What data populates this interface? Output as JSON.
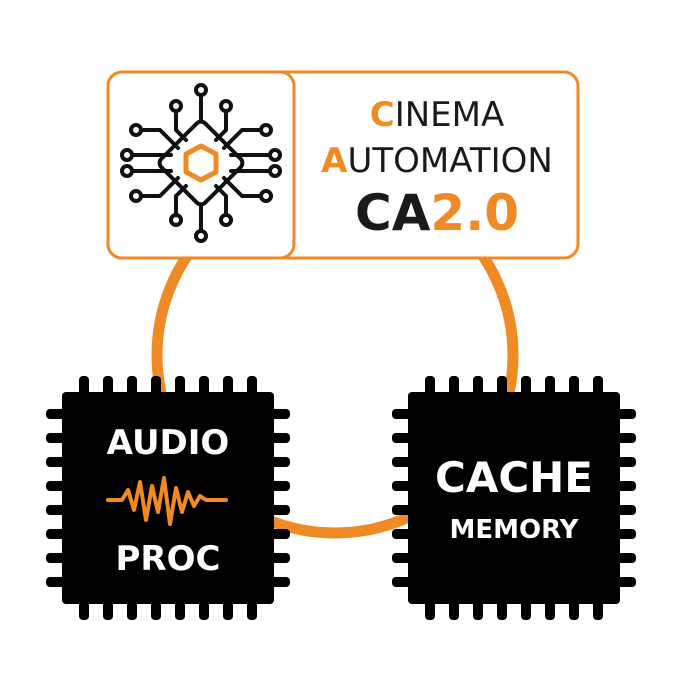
{
  "colors": {
    "accent": "#f08a24",
    "chip": "#000000",
    "text_dark": "#1a1a1a",
    "text_light": "#ffffff",
    "background": "#ffffff"
  },
  "logo": {
    "icon": "circuit-hexagon-icon",
    "line1_initial": "C",
    "line1_rest": "INEMA",
    "line2_initial": "A",
    "line2_rest": "UTOMATION",
    "line3_prefix": "CA",
    "line3_version": "2.0"
  },
  "audio_chip": {
    "line1": "AUDIO",
    "icon": "waveform-icon",
    "line2": "PROC"
  },
  "cache_chip": {
    "line1": "CACHE",
    "line2": "MEMORY"
  }
}
